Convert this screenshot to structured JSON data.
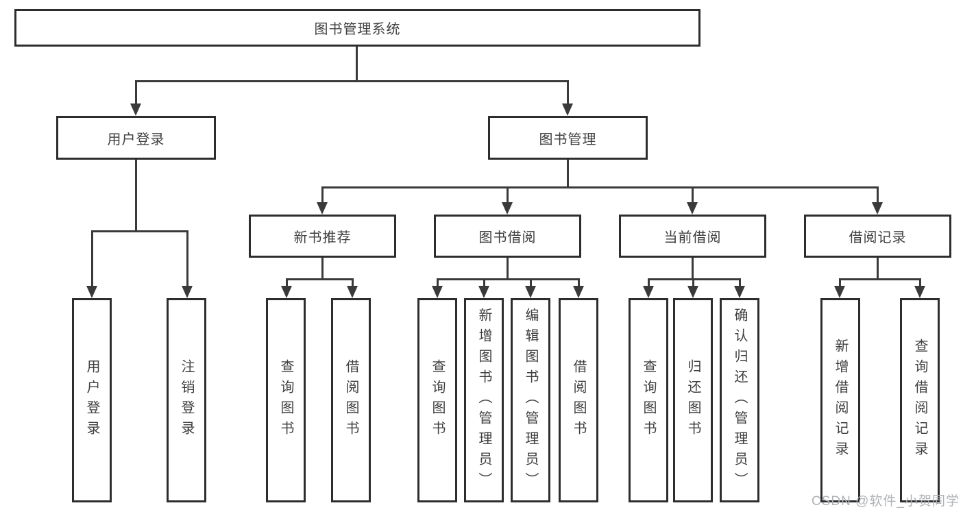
{
  "diagram": {
    "root": {
      "label": "图书管理系统"
    },
    "level2": [
      {
        "label": "用户登录"
      },
      {
        "label": "图书管理"
      }
    ],
    "level3": [
      {
        "label": "新书推荐"
      },
      {
        "label": "图书借阅"
      },
      {
        "label": "当前借阅"
      },
      {
        "label": "借阅记录"
      }
    ],
    "leaves": [
      {
        "label": "用户登录"
      },
      {
        "label": "注销登录"
      },
      {
        "label": "查询图书"
      },
      {
        "label": "借阅图书"
      },
      {
        "label": "查询图书"
      },
      {
        "label": "新增图书（管理员）"
      },
      {
        "label": "编辑图书（管理员）"
      },
      {
        "label": "借阅图书"
      },
      {
        "label": "查询图书"
      },
      {
        "label": "归还图书"
      },
      {
        "label": "确认归还（管理员）"
      },
      {
        "label": "新增借阅记录"
      },
      {
        "label": "查询借阅记录"
      }
    ],
    "watermark": "CSDN @软件_小贺同学",
    "colors": {
      "line": "#3a3a3a",
      "border": "#2d2d2d",
      "text": "#3f3f3f",
      "watermark": "#aeb2b6",
      "background": "#ffffff"
    }
  }
}
